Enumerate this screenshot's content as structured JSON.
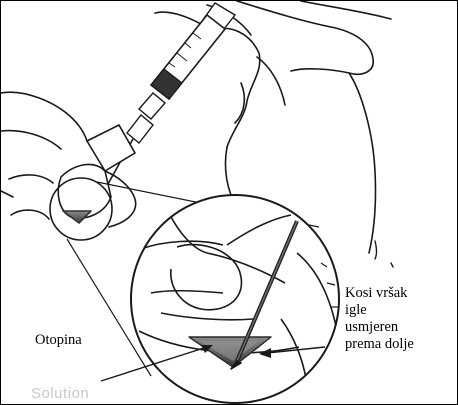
{
  "labels": {
    "solution": "Otopina",
    "bevel": "Kosi vršak\nigle\nusmjeren\nprema dolje",
    "ghost_text": "Solution"
  },
  "colors": {
    "line": "#1a1a1a",
    "liquid_dark": "#555555",
    "liquid_light": "#a9a9a9",
    "plunger": "#333333"
  }
}
